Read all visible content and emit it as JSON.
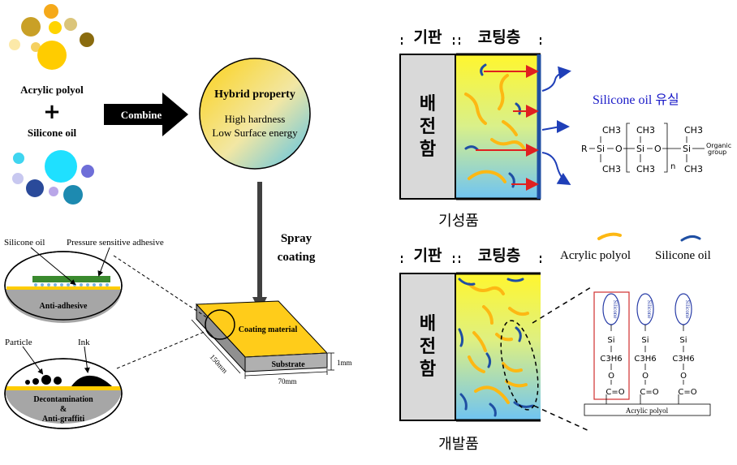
{
  "left": {
    "ingredient_1": "Acrylic polyol",
    "plus": "+",
    "ingredient_2": "Silicone oil",
    "combine_label": "Combine",
    "hybrid_title": "Hybrid property",
    "hybrid_line_1": "High hardness",
    "hybrid_line_2": "Low Surface energy",
    "spray_line_1": "Spray",
    "spray_line_2": "coating",
    "coating_material": "Coating material",
    "substrate": "Substrate",
    "dim_thickness": "1mm",
    "dim_width": "70mm",
    "dim_length": "150mm",
    "anti_adhesive": {
      "silicone_oil": "Silicone oil",
      "psa": "Pressure sensitive adhesive",
      "caption": "Anti-adhesive"
    },
    "decontamination": {
      "particle": "Particle",
      "ink": "Ink",
      "caption_1": "Decontamination",
      "caption_2": "&",
      "caption_3": "Anti-graffiti"
    }
  },
  "right": {
    "top_panel": {
      "header_substrate": "기판",
      "header_coating": "코팅층",
      "box_chars": [
        "배",
        "전",
        "함"
      ],
      "caption": "기성품",
      "leak_label": "Silicone oil 유실"
    },
    "bottom_panel": {
      "header_substrate": "기판",
      "header_coating": "코팅층",
      "box_chars": [
        "배",
        "전",
        "함"
      ],
      "caption": "개발품"
    },
    "legend": {
      "acrylic_polyol": "Acrylic polyol",
      "silicone_oil": "Silicone oil"
    },
    "siloxane": {
      "r": "R",
      "si": "Si",
      "o": "O",
      "ch3": "CH3",
      "n": "n",
      "organic_1": "Organic",
      "organic_2": "group"
    },
    "graft": {
      "silicone": "Silicone",
      "si": "Si",
      "c3h6": "C3H6",
      "o": "O",
      "carbonyl": "C=O",
      "backbone": "Acrylic polyol"
    }
  },
  "colors": {
    "acrylic_yellow": "#FDB813",
    "silicone_blue": "#1F4FA3",
    "arrow_red": "#E02020",
    "leak_text_blue": "#1A1AC8",
    "graft_box_red": "#D03030"
  }
}
